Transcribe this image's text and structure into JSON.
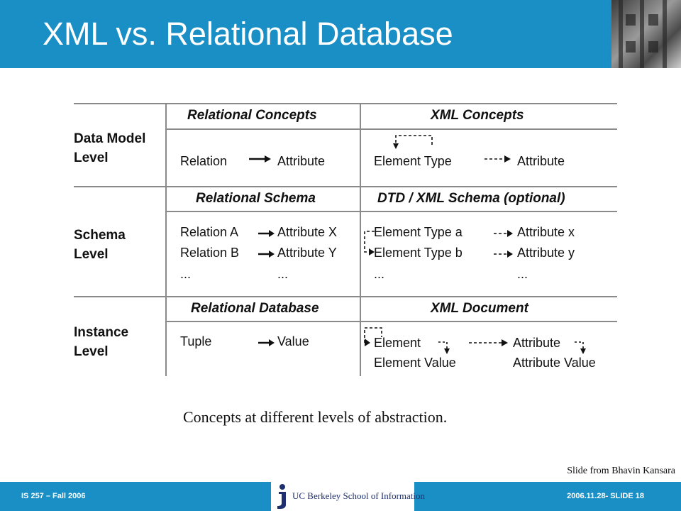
{
  "slide": {
    "title": "XML vs. Relational Database",
    "caption": "Concepts at different levels of abstraction.",
    "credit": "Slide from Bhavin Kansara"
  },
  "figure": {
    "levels": [
      "Data Model\nLevel",
      "Schema\nLevel",
      "Instance\nLevel"
    ],
    "data_model": {
      "rel_header": "Relational Concepts",
      "xml_header": "XML Concepts",
      "rel_items": [
        "Relation",
        "Attribute"
      ],
      "xml_items": [
        "Element Type",
        "Attribute"
      ]
    },
    "schema": {
      "rel_header": "Relational Schema",
      "xml_header": "DTD / XML Schema (optional)",
      "rel_left": [
        "Relation A",
        "Relation B",
        "..."
      ],
      "rel_right": [
        "Attribute X",
        "Attribute Y",
        "..."
      ],
      "xml_left": [
        "Element Type a",
        "Element Type b",
        "..."
      ],
      "xml_right": [
        "Attribute x",
        "Attribute y",
        "..."
      ]
    },
    "instance": {
      "rel_header": "Relational Database",
      "xml_header": "XML Document",
      "rel_items": [
        "Tuple",
        "Value"
      ],
      "xml_items": [
        "Element",
        "Element Value",
        "Attribute",
        "Attribute Value"
      ]
    }
  },
  "footer": {
    "left": "IS 257 – Fall 2006",
    "right": "2006.11.28- SLIDE 18",
    "logo_text": "UC Berkeley School of Information"
  }
}
